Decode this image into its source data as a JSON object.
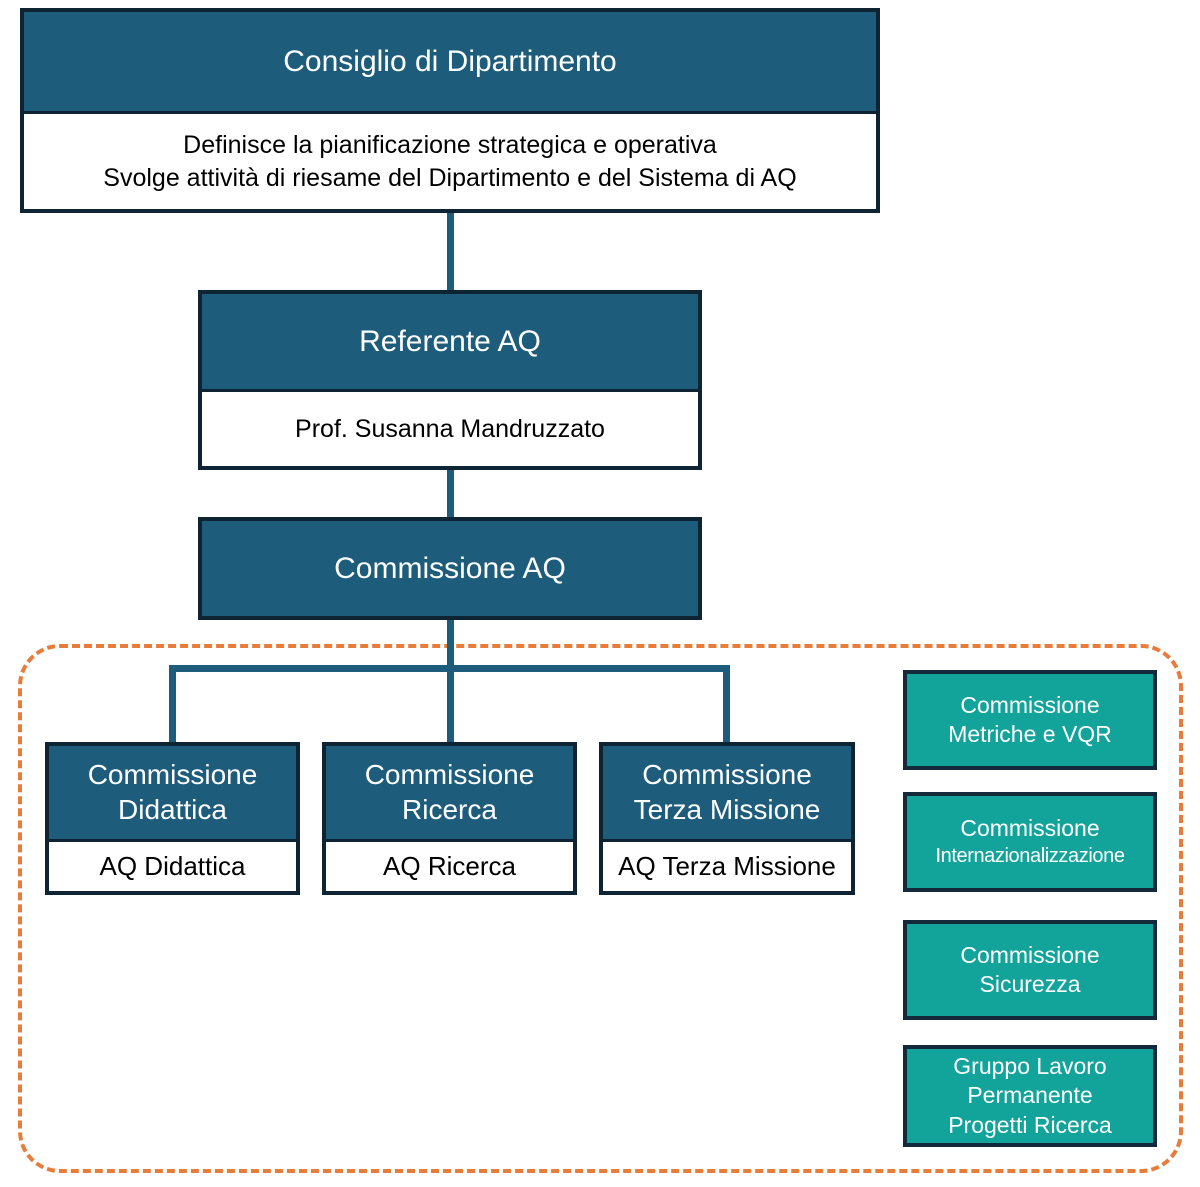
{
  "colors": {
    "header_bg": "#1e5c7c",
    "box_border": "#0e2433",
    "teal_bg": "#12a39b",
    "teal_border": "#15293c",
    "dashed_orange": "#e87c3a",
    "connector": "#1e5c7c",
    "header_text": "#ffffff",
    "body_text": "#000000"
  },
  "org_chart": {
    "consiglio": {
      "title": "Consiglio di Dipartimento",
      "description_line1": "Definisce la pianificazione strategica e operativa",
      "description_line2": "Svolge attività di riesame del Dipartimento e del Sistema di AQ"
    },
    "referente": {
      "title": "Referente AQ",
      "body": "Prof. Susanna Mandruzzato"
    },
    "commissione_aq": {
      "title": "Commissione AQ"
    },
    "sub_commissions": [
      {
        "title_line1": "Commissione",
        "title_line2": "Didattica",
        "body": "AQ Didattica"
      },
      {
        "title_line1": "Commissione",
        "title_line2": "Ricerca",
        "body": "AQ Ricerca"
      },
      {
        "title_line1": "Commissione",
        "title_line2": "Terza Missione",
        "body": "AQ Terza Missione"
      }
    ],
    "side_commissions": [
      {
        "line1": "Commissione",
        "line2": "Metriche e VQR"
      },
      {
        "line1": "Commissione",
        "line2": "Internazionalizzazione"
      },
      {
        "line1": "Commissione",
        "line2": "Sicurezza"
      },
      {
        "line1": "Gruppo Lavoro",
        "line2": "Permanente",
        "line3": "Progetti Ricerca"
      }
    ]
  }
}
